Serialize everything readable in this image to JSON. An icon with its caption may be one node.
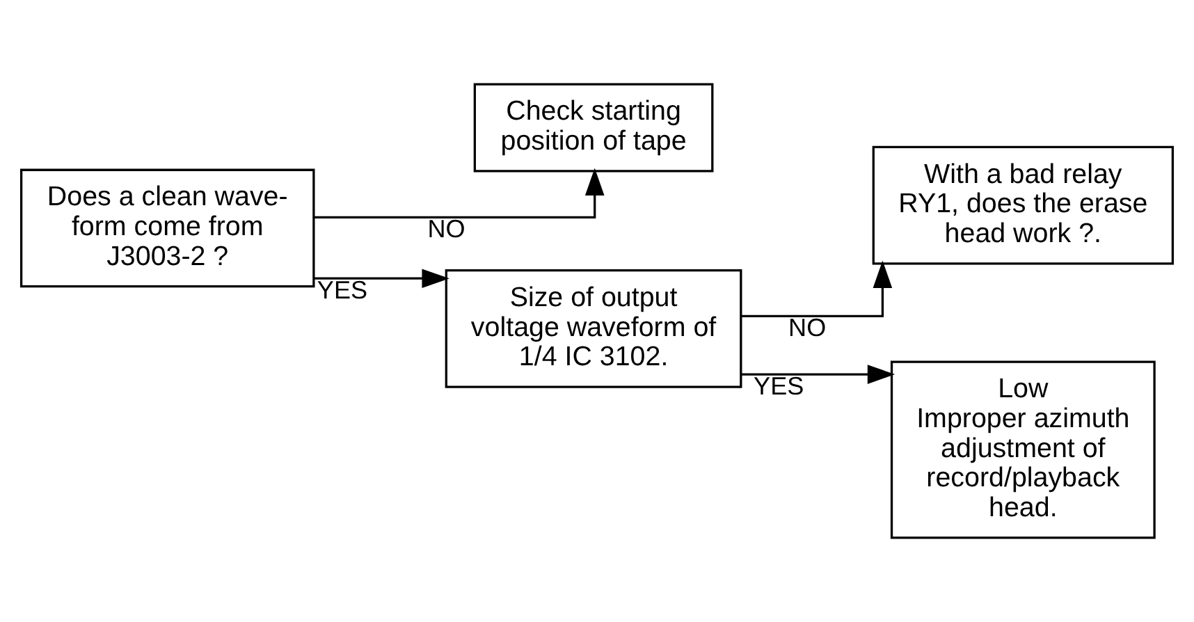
{
  "diagram": {
    "nodes": [
      {
        "text": [
          "Does a clean wave- form come from J3003-2 ?"
        ]
      },
      {
        "text": [
          "Check starting position of tape"
        ]
      },
      {
        "text": [
          "Size of output voltage waveform of 1/4 IC 3102."
        ]
      },
      {
        "text": [
          "With a bad relay RY1, does the erase head work ?."
        ]
      },
      {
        "text": [
          "Low",
          "Improper azimuth adjustment of record/playback head."
        ]
      }
    ],
    "edges": [
      {
        "from": 0,
        "to": 1,
        "arrow": "to",
        "label": "NO"
      },
      {
        "from": 0,
        "to": 2,
        "arrow": "to",
        "label": "YES"
      },
      {
        "from": 2,
        "to": 3,
        "arrow": "to",
        "label": "NO"
      },
      {
        "from": 2,
        "to": 4,
        "arrow": "to",
        "label": "YES"
      }
    ]
  }
}
